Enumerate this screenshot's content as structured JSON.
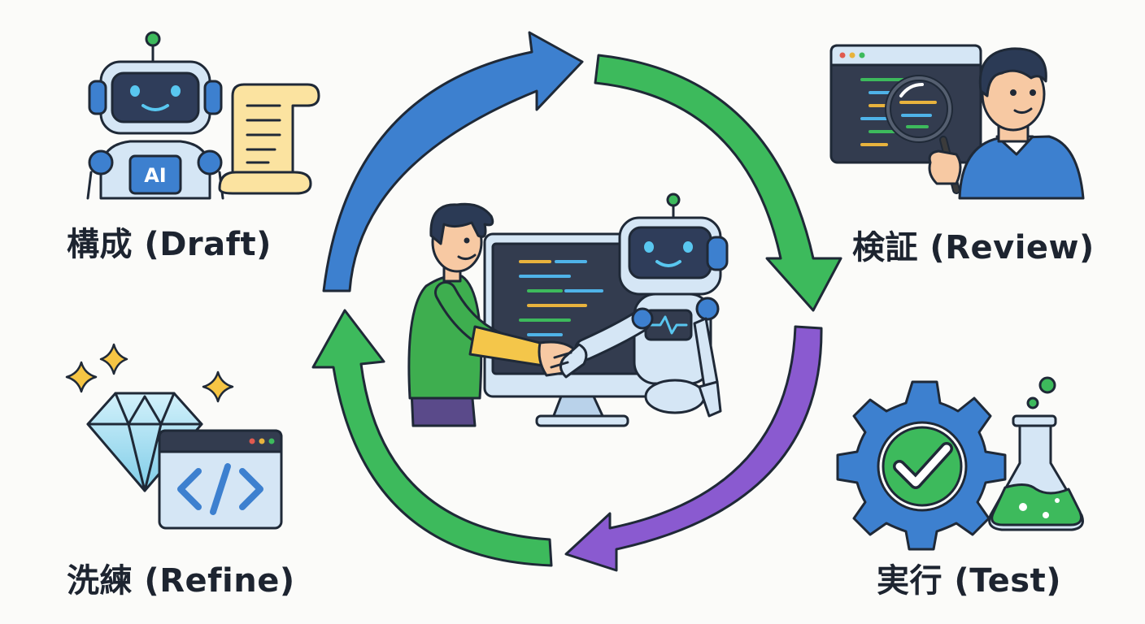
{
  "stages": {
    "draft": {
      "label": "構成 (Draft)",
      "badge": "AI"
    },
    "review": {
      "label": "検証 (Review)"
    },
    "test": {
      "label": "実行 (Test)"
    },
    "refine": {
      "label": "洗練 (Refine)"
    }
  },
  "colors": {
    "blue": "#3d80cf",
    "green": "#3dba5c",
    "purple": "#8a5ad0",
    "outline": "#1f2937",
    "light_blue": "#d5e6f5",
    "screen": "#333c4f",
    "paper": "#fbe3a0",
    "shirt_green": "#3eae4f",
    "skin": "#f7c9a3",
    "hair": "#2b3a55"
  },
  "icons": [
    "robot-icon",
    "scroll-icon",
    "magnifier-icon",
    "code-window-icon",
    "person-icon",
    "gear-check-icon",
    "flask-icon",
    "diamond-icon",
    "sparkle-icon",
    "handshake-icon",
    "monitor-icon"
  ]
}
